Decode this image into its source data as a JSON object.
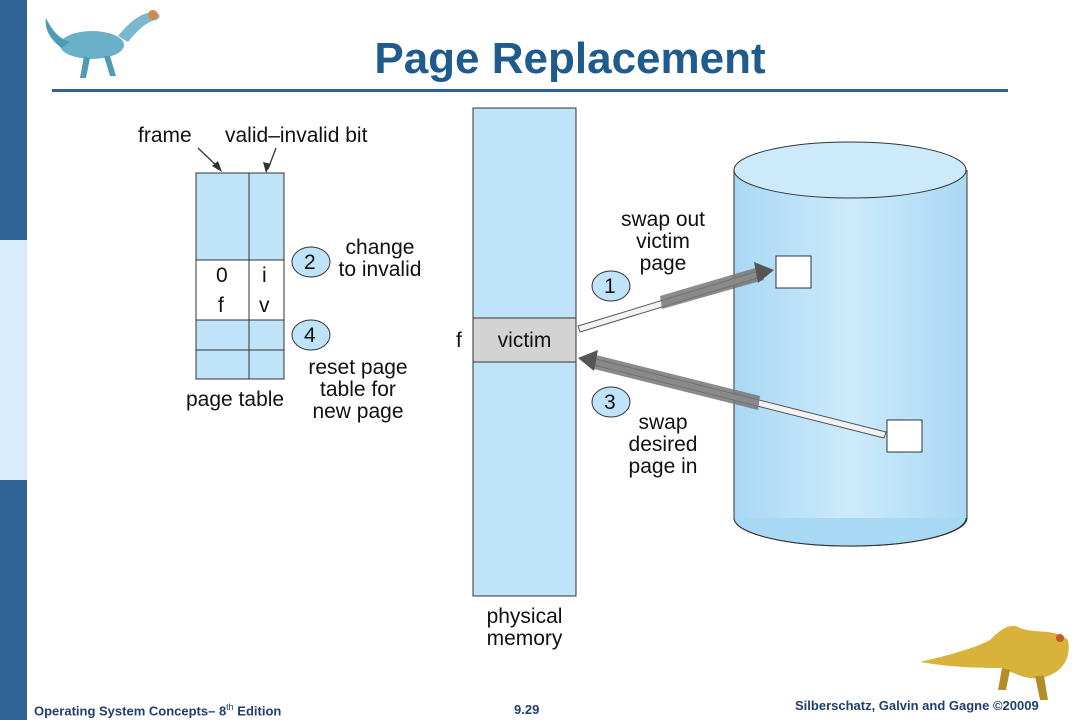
{
  "slide": {
    "title": "Page Replacement",
    "footer_left_main": "Operating System Concepts– 8",
    "footer_left_sup": "th",
    "footer_left_tail": " Edition",
    "footer_center": "9.29",
    "footer_right": "Silberschatz, Galvin and Gagne ©20009"
  },
  "diagram": {
    "frame_label": "frame",
    "valid_bit_label": "valid–invalid bit",
    "page_table_label": "page table",
    "row_victim_frame": "0",
    "row_victim_bit": "i",
    "row_new_frame": "f",
    "row_new_bit": "v",
    "step1": "1",
    "step2": "2",
    "step3": "3",
    "step4": "4",
    "step1_text": "swap out\nvictim\npage",
    "step2_text": "change\nto invalid",
    "step3_text": "swap\ndesired\npage in",
    "step4_text": "reset page\ntable for\nnew page",
    "victim_label": "victim",
    "frame_f_label": "f",
    "memory_label": "physical\nmemory"
  },
  "colors": {
    "accent": "#2f6496",
    "fill_light": "#bfe3f9",
    "victim_fill": "#d3d3d3",
    "title": "#1f5b8c"
  }
}
